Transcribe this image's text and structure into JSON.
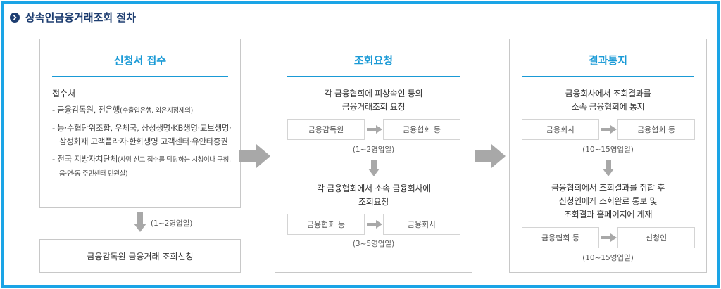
{
  "heading": {
    "title": "상속인금융거래조회 절차"
  },
  "panel1": {
    "title": "신청서 접수",
    "receivers_title": "접수처",
    "items": [
      {
        "main": "- 금융감독원, 전은행",
        "small": "(수출입은행, 외은지점제외)"
      },
      {
        "main": "- 농·수협단위조합, 우체국, 삼성생명·KB생명·교보생명·삼성화재 고객플라자·한화생명 고객센터·유안타증권",
        "small": ""
      },
      {
        "main": "- 전국 지방자치단체",
        "small": "(사망 신고 접수를 담당하는 시청이나 구청, 읍·면·동 주민센터 민원실)"
      }
    ],
    "period": "(1~2영업일)",
    "result": "금융감독원 금융거래 조회신청"
  },
  "panel2": {
    "title": "조회요청",
    "step1_desc": [
      "각 금융협회에 피상속인 등의",
      "금융거래조회 요청"
    ],
    "step1_from": "금융감독원",
    "step1_to": "금융협회 등",
    "step1_period": "(1~2영업일)",
    "step2_desc": [
      "각 금융협회에서 소속 금융회사에",
      "조회요청"
    ],
    "step2_from": "금융협회 등",
    "step2_to": "금융회사",
    "step2_period": "(3~5영업일)"
  },
  "panel3": {
    "title": "결과통지",
    "step1_desc": [
      "금융회사에서 조회결과를",
      "소속 금융협회에 통지"
    ],
    "step1_from": "금융회사",
    "step1_to": "금융협회 등",
    "step1_period": "(10~15영업일)",
    "step2_desc": [
      "금융협회에서 조회결과를 취합 후",
      "신청인에게 조회완료 통보 및",
      "조회결과 홈페이지에 게재"
    ],
    "step2_from": "금융협회 등",
    "step2_to": "신청인",
    "step2_period": "(10~15영업일)"
  },
  "colors": {
    "frame": "#1aa4e6",
    "title_blue": "#1a9ad6",
    "heading_navy": "#1d3d70",
    "arrow_gray": "#a8a8a8"
  }
}
